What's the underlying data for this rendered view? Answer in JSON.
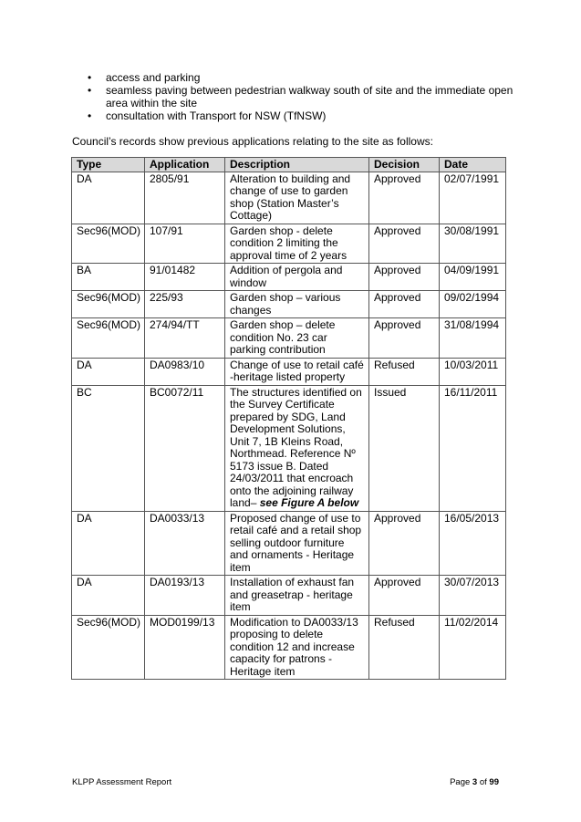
{
  "bullets": [
    "access and parking",
    "seamless paving between pedestrian walkway south of site and the immediate open area within the site",
    "consultation with Transport for NSW (TfNSW)"
  ],
  "intro": "Council’s records show previous applications relating to the site as follows:",
  "table": {
    "headers": [
      "Type",
      "Application",
      "Description",
      "Decision",
      "Date"
    ],
    "rows": [
      {
        "type": "DA",
        "application": "2805/91",
        "description": "Alteration to building and change of use to garden shop (Station Master’s Cottage)",
        "decision": "Approved",
        "date": "02/07/1991"
      },
      {
        "type": "Sec96(MOD)",
        "application": "107/91",
        "description": "Garden shop - delete condition 2 limiting the approval time of 2 years",
        "decision": "Approved",
        "date": "30/08/1991"
      },
      {
        "type": "BA",
        "application": "91/01482",
        "description": "Addition of pergola and window",
        "decision": "Approved",
        "date": "04/09/1991"
      },
      {
        "type": "Sec96(MOD)",
        "application": "225/93",
        "description": "Garden shop – various changes",
        "decision": "Approved",
        "date": "09/02/1994"
      },
      {
        "type": "Sec96(MOD)",
        "application": "274/94/TT",
        "description": "Garden shop – delete condition No. 23 car parking contribution",
        "decision": "Approved",
        "date": "31/08/1994"
      },
      {
        "type": "DA",
        "application": "DA0983/10",
        "description": "Change of use to retail café -heritage listed property",
        "decision": "Refused",
        "date": "10/03/2011"
      },
      {
        "type": "BC",
        "application": "BC0072/11",
        "description": "The structures identified on the Survey Certificate prepared by SDG, Land Development Solutions, Unit 7, 1B Kleins Road, Northmead.  Reference Nº 5173 issue B.  Dated 24/03/2011 that encroach onto the adjoining railway land–",
        "description_ref": "see Figure A below",
        "decision": "Issued",
        "date": "16/11/2011"
      },
      {
        "type": "DA",
        "application": "DA0033/13",
        "description": "Proposed change of use to retail café and a retail shop selling outdoor furniture and ornaments - Heritage item",
        "decision": "Approved",
        "date": "16/05/2013"
      },
      {
        "type": "DA",
        "application": "DA0193/13",
        "description": "Installation of exhaust fan and greasetrap - heritage item",
        "decision": "Approved",
        "date": "30/07/2013"
      },
      {
        "type": "Sec96(MOD)",
        "application": "MOD0199/13",
        "description": "Modification to DA0033/13 proposing to delete condition 12 and increase capacity for patrons - Heritage item",
        "decision": "Refused",
        "date": "11/02/2014"
      }
    ]
  },
  "footer": {
    "left": "KLPP Assessment Report",
    "page_prefix": "Page",
    "page_current": "3",
    "page_of": "of",
    "page_total": "99"
  }
}
